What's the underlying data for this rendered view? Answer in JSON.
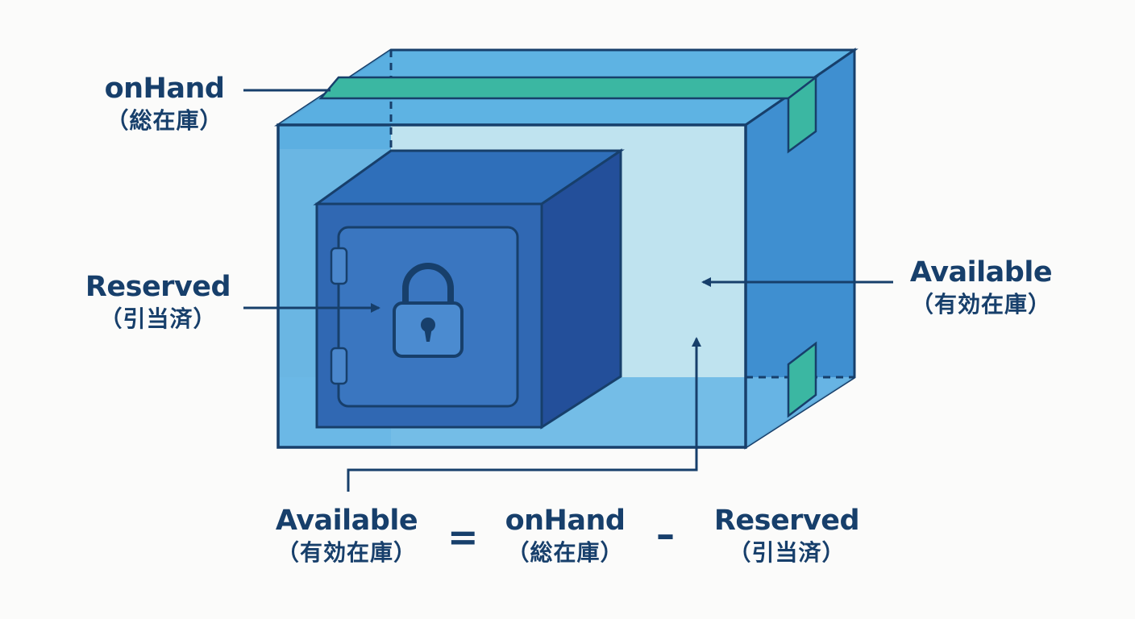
{
  "labels": {
    "onhand": {
      "en": "onHand",
      "jp": "（総在庫）"
    },
    "reserved": {
      "en": "Reserved",
      "jp": "（引当済）"
    },
    "available": {
      "en": "Available",
      "jp": "（有効在庫）"
    }
  },
  "formula": {
    "available": {
      "en": "Available",
      "jp": "（有効在庫）"
    },
    "equals": "=",
    "onhand": {
      "en": "onHand",
      "jp": "（総在庫）"
    },
    "minus": "–",
    "reserved": {
      "en": "Reserved",
      "jp": "（引当済）"
    }
  },
  "colors": {
    "navy": "#173f6b",
    "box_outer": "#5aaee0",
    "box_inner": "#bfe3ef",
    "safe_front": "#2f6fba",
    "tape": "#3bb7a2"
  },
  "icons": [
    "lock-icon",
    "storage-box-icon",
    "safe-icon"
  ]
}
